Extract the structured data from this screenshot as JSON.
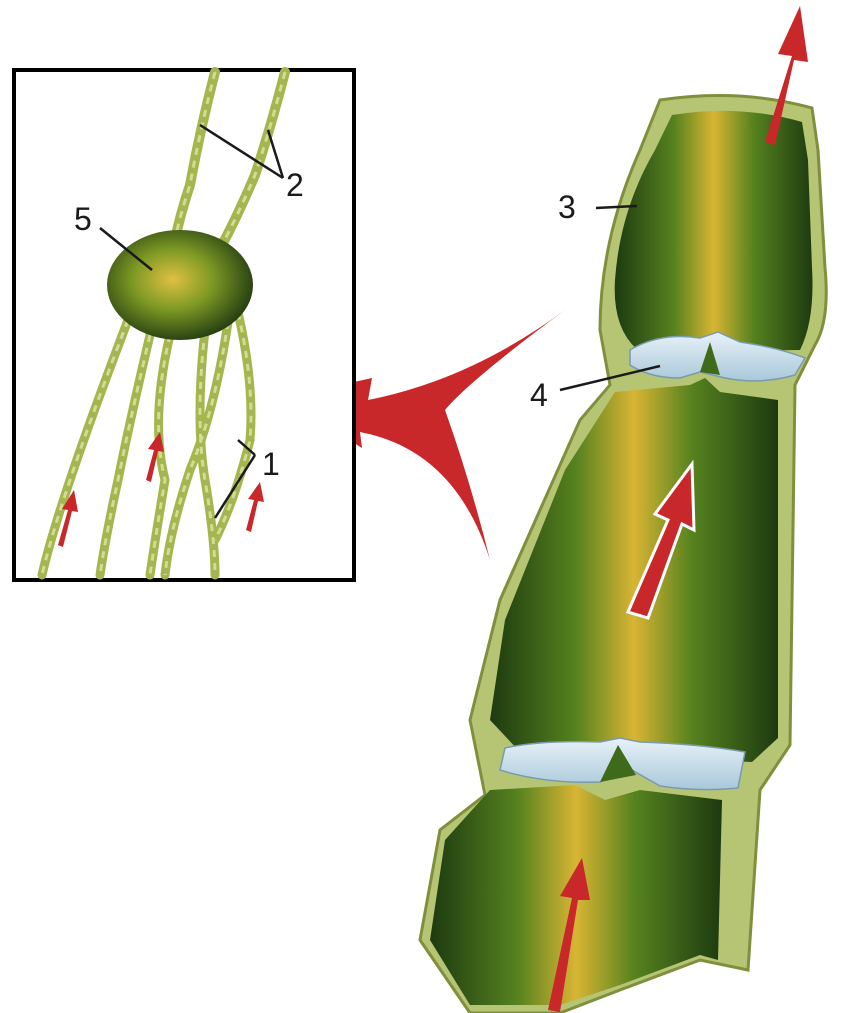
{
  "labels": {
    "l1": "1",
    "l2": "2",
    "l3": "3",
    "l4": "4",
    "l5": "5"
  },
  "colors": {
    "tissue_dark": "#1f3d12",
    "tissue_mid": "#4e7a1c",
    "tissue_light": "#d9b534",
    "wall": "#b9c97a",
    "plate": "#cfe3ef",
    "arrow": "#c8282a",
    "frame": "#000000"
  },
  "icons": [
    "arrow-up-icon",
    "magnify-pointer-icon"
  ]
}
